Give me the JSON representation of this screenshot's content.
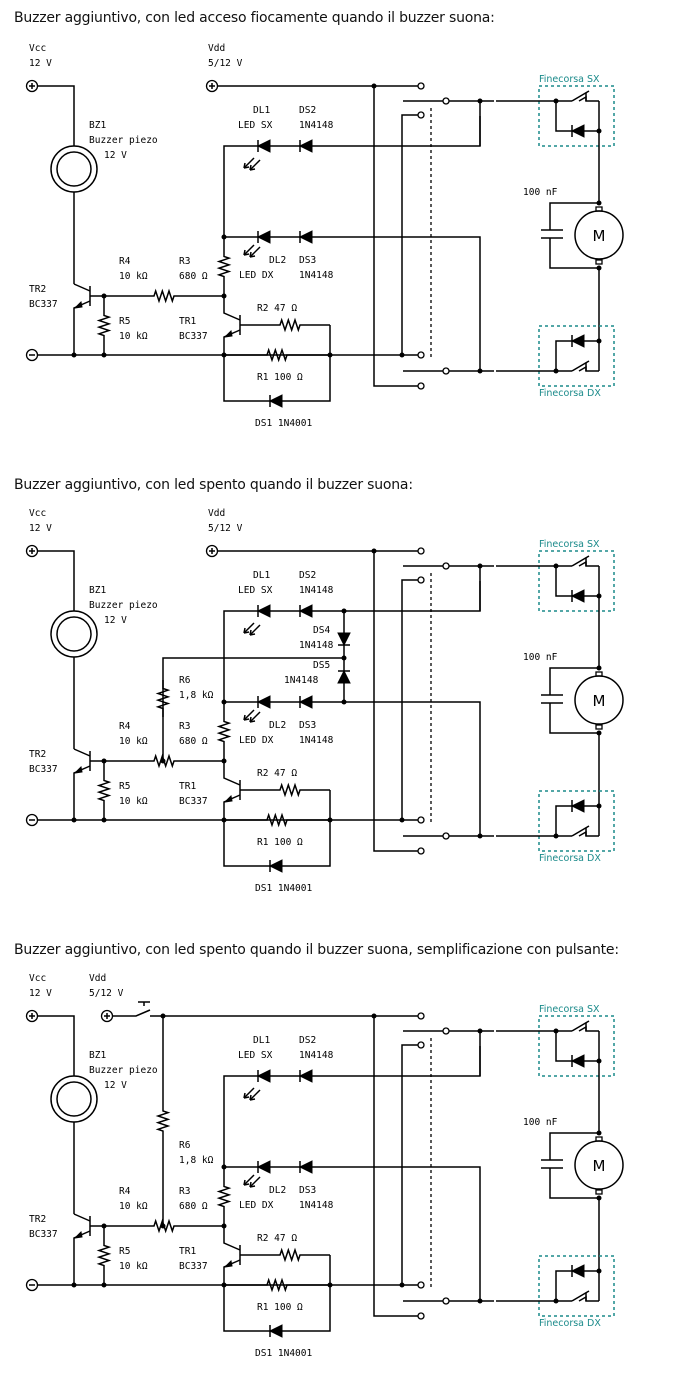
{
  "page": {
    "accent_teal": "#1a8a8a",
    "line_color": "#000000",
    "background": "#ffffff"
  },
  "circuits": [
    {
      "id": "c1",
      "variant": "base",
      "heading": "Buzzer aggiuntivo, con led acceso fiocamente quando il buzzer suona:",
      "labels": {
        "vcc": "Vcc",
        "vcc_value": "12 V",
        "vdd": "Vdd",
        "vdd_value": "5/12 V",
        "bz1": "BZ1",
        "bz1_desc": "Buzzer piezo",
        "bz1_value": "12 V",
        "dl1": "DL1",
        "dl1_desc": "LED SX",
        "ds2": "DS2",
        "ds2_part": "1N4148",
        "dl2": "DL2",
        "dl2_desc": "LED DX",
        "ds3": "DS3",
        "ds3_part": "1N4148",
        "r3": "R3",
        "r3_value": "680 Ω",
        "r4": "R4",
        "r4_value": "10 kΩ",
        "r5": "R5",
        "r5_value": "10 kΩ",
        "tr1": "TR1",
        "tr1_part": "BC337",
        "tr2": "TR2",
        "tr2_part": "BC337",
        "r2": "R2  47 Ω",
        "r1": "R1  100 Ω",
        "ds1": "DS1  1N4001",
        "cap": "100 nF",
        "motor": "M",
        "limit_sx": "Finecorsa SX",
        "limit_dx": "Finecorsa DX"
      }
    },
    {
      "id": "c2",
      "variant": "extra_diodes",
      "heading": "Buzzer aggiuntivo, con led spento quando il buzzer suona:",
      "labels": {
        "vcc": "Vcc",
        "vcc_value": "12 V",
        "vdd": "Vdd",
        "vdd_value": "5/12 V",
        "bz1": "BZ1",
        "bz1_desc": "Buzzer piezo",
        "bz1_value": "12 V",
        "dl1": "DL1",
        "dl1_desc": "LED SX",
        "ds2": "DS2",
        "ds2_part": "1N4148",
        "dl2": "DL2",
        "dl2_desc": "LED DX",
        "ds3": "DS3",
        "ds3_part": "1N4148",
        "ds4": "DS4",
        "ds4_part": "1N4148",
        "ds5": "DS5",
        "ds5_part": "1N4148",
        "r6": "R6",
        "r6_value": "1,8 kΩ",
        "r3": "R3",
        "r3_value": "680 Ω",
        "r4": "R4",
        "r4_value": "10 kΩ",
        "r5": "R5",
        "r5_value": "10 kΩ",
        "tr1": "TR1",
        "tr1_part": "BC337",
        "tr2": "TR2",
        "tr2_part": "BC337",
        "r2": "R2  47 Ω",
        "r1": "R1  100 Ω",
        "ds1": "DS1  1N4001",
        "cap": "100 nF",
        "motor": "M",
        "limit_sx": "Finecorsa SX",
        "limit_dx": "Finecorsa DX"
      }
    },
    {
      "id": "c3",
      "variant": "pushbutton",
      "heading": "Buzzer aggiuntivo, con led spento quando il buzzer suona, semplificazione con pulsante:",
      "labels": {
        "vcc": "Vcc",
        "vcc_value": "12 V",
        "vdd": "Vdd",
        "vdd_value": "5/12 V",
        "bz1": "BZ1",
        "bz1_desc": "Buzzer piezo",
        "bz1_value": "12 V",
        "dl1": "DL1",
        "dl1_desc": "LED SX",
        "ds2": "DS2",
        "ds2_part": "1N4148",
        "dl2": "DL2",
        "dl2_desc": "LED DX",
        "ds3": "DS3",
        "ds3_part": "1N4148",
        "r6": "R6",
        "r6_value": "1,8 kΩ",
        "r3": "R3",
        "r3_value": "680 Ω",
        "r4": "R4",
        "r4_value": "10 kΩ",
        "r5": "R5",
        "r5_value": "10 kΩ",
        "tr1": "TR1",
        "tr1_part": "BC337",
        "tr2": "TR2",
        "tr2_part": "BC337",
        "r2": "R2  47 Ω",
        "r1": "R1  100 Ω",
        "ds1": "DS1  1N4001",
        "cap": "100 nF",
        "motor": "M",
        "limit_sx": "Finecorsa SX",
        "limit_dx": "Finecorsa DX"
      }
    }
  ]
}
